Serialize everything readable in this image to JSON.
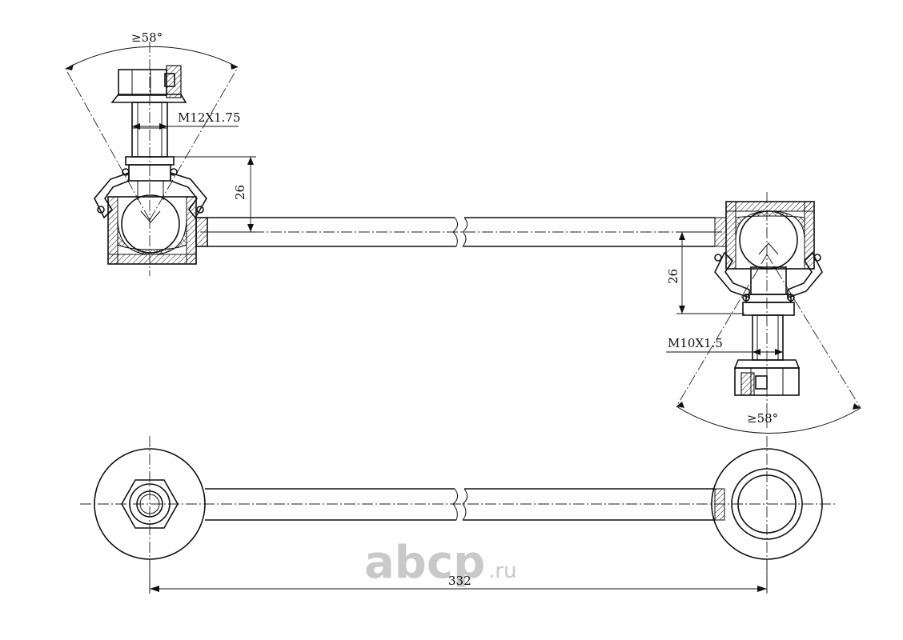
{
  "annotations": {
    "angle_top": "≥58°",
    "angle_bottom": "≥58°",
    "thread_left": "M12X1.75",
    "thread_right": "M10X1.5",
    "height_left": "26",
    "height_right": "26",
    "overall_length": "332"
  },
  "watermark": {
    "brand": "abcp",
    "domain": ".ru"
  }
}
